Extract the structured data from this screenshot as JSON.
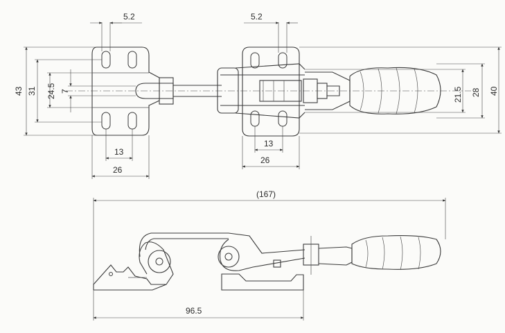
{
  "dimensions": {
    "slot_top_left": "5.2",
    "slot_top_right": "5.2",
    "height_43": "43",
    "height_31": "31",
    "height_24_5": "24.5",
    "height_7": "7",
    "spacing_13_left": "13",
    "spacing_13_right": "13",
    "width_26_left": "26",
    "width_26_right": "26",
    "height_21_5": "21.5",
    "height_28": "28",
    "height_40": "40",
    "overall_length": "(167)",
    "base_length": "96.5"
  },
  "colors": {
    "line": "#3a3a3a",
    "paper": "#fbfbf9"
  }
}
